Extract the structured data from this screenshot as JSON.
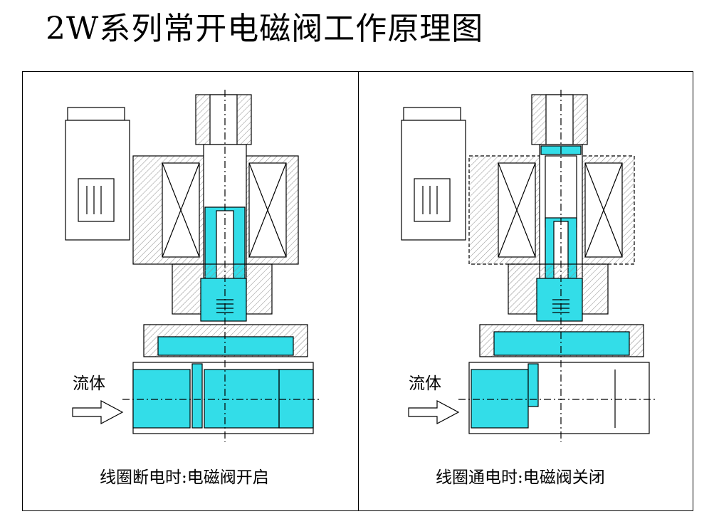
{
  "title": "2W系列常开电磁阀工作原理图",
  "colors": {
    "fluid": "#33dde8",
    "line": "#000000",
    "hatch": "#8a8a8a"
  },
  "panels": [
    {
      "id": "open",
      "flow_label": "流体",
      "caption": "线圈断电时:电磁阀开启",
      "energized": false
    },
    {
      "id": "closed",
      "flow_label": "流体",
      "caption": "线圈通电时:电磁阀关闭",
      "energized": true
    }
  ]
}
